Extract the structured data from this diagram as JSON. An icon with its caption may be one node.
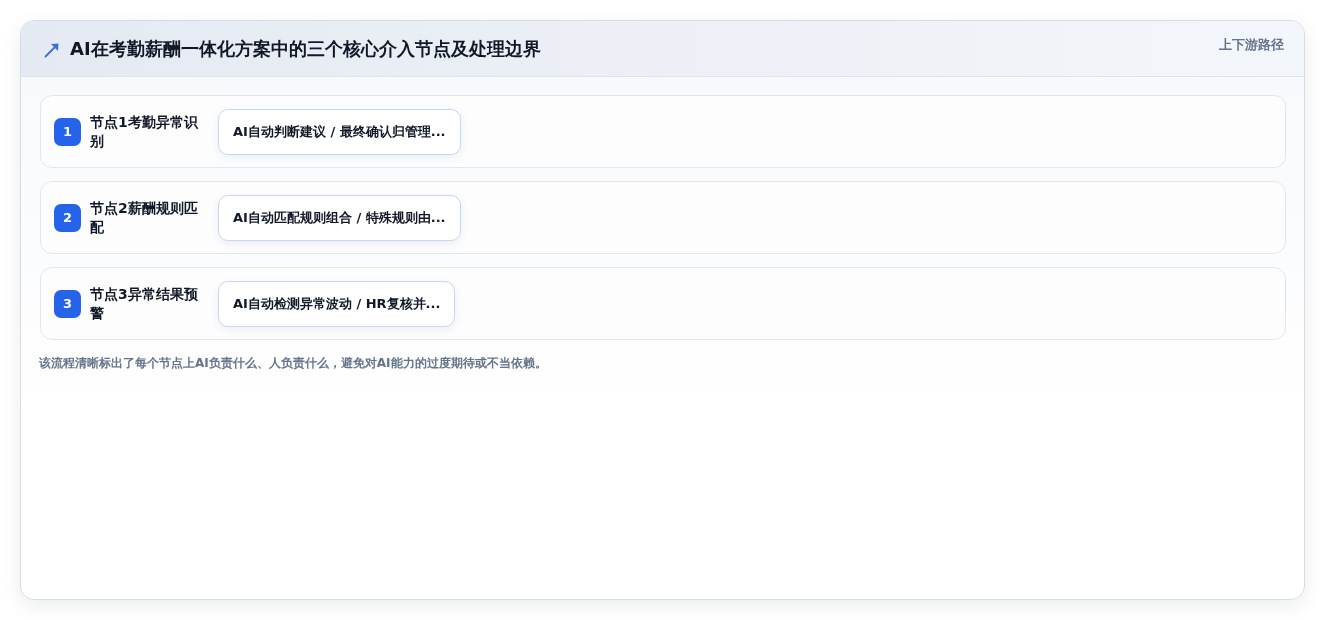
{
  "diagram": {
    "title": "AI在考勤薪酬一体化方案中的三个核心介入节点及处理边界",
    "caption": "该流程清晰标出了每个节点上AI负责什么、人负责什么，避免对AI能力的过度期待或不当依赖。",
    "nodes": [
      {
        "text": [
          "节点1考勤异常识别"
        ]
      },
      {
        "text": [
          "1"
        ],
        "in": 0
      },
      {
        "text": [
          "AI自动判断建议 / 最终确认归管理..."
        ],
        "in": 0
      },
      {
        "text": [
          "节点2薪酬规则匹配"
        ]
      },
      {
        "text": [
          "2"
        ],
        "in": 3
      },
      {
        "text": [
          "AI自动匹配规则组合 / 特殊规则由..."
        ],
        "in": 3
      },
      {
        "text": [
          "节点3异常结果预警"
        ]
      },
      {
        "text": [
          "3"
        ],
        "in": 6
      },
      {
        "text": [
          "AI自动检测异常波动 / HR复核并..."
        ],
        "in": 6
      }
    ],
    "labels": [
      "上下游路径"
    ]
  }
}
